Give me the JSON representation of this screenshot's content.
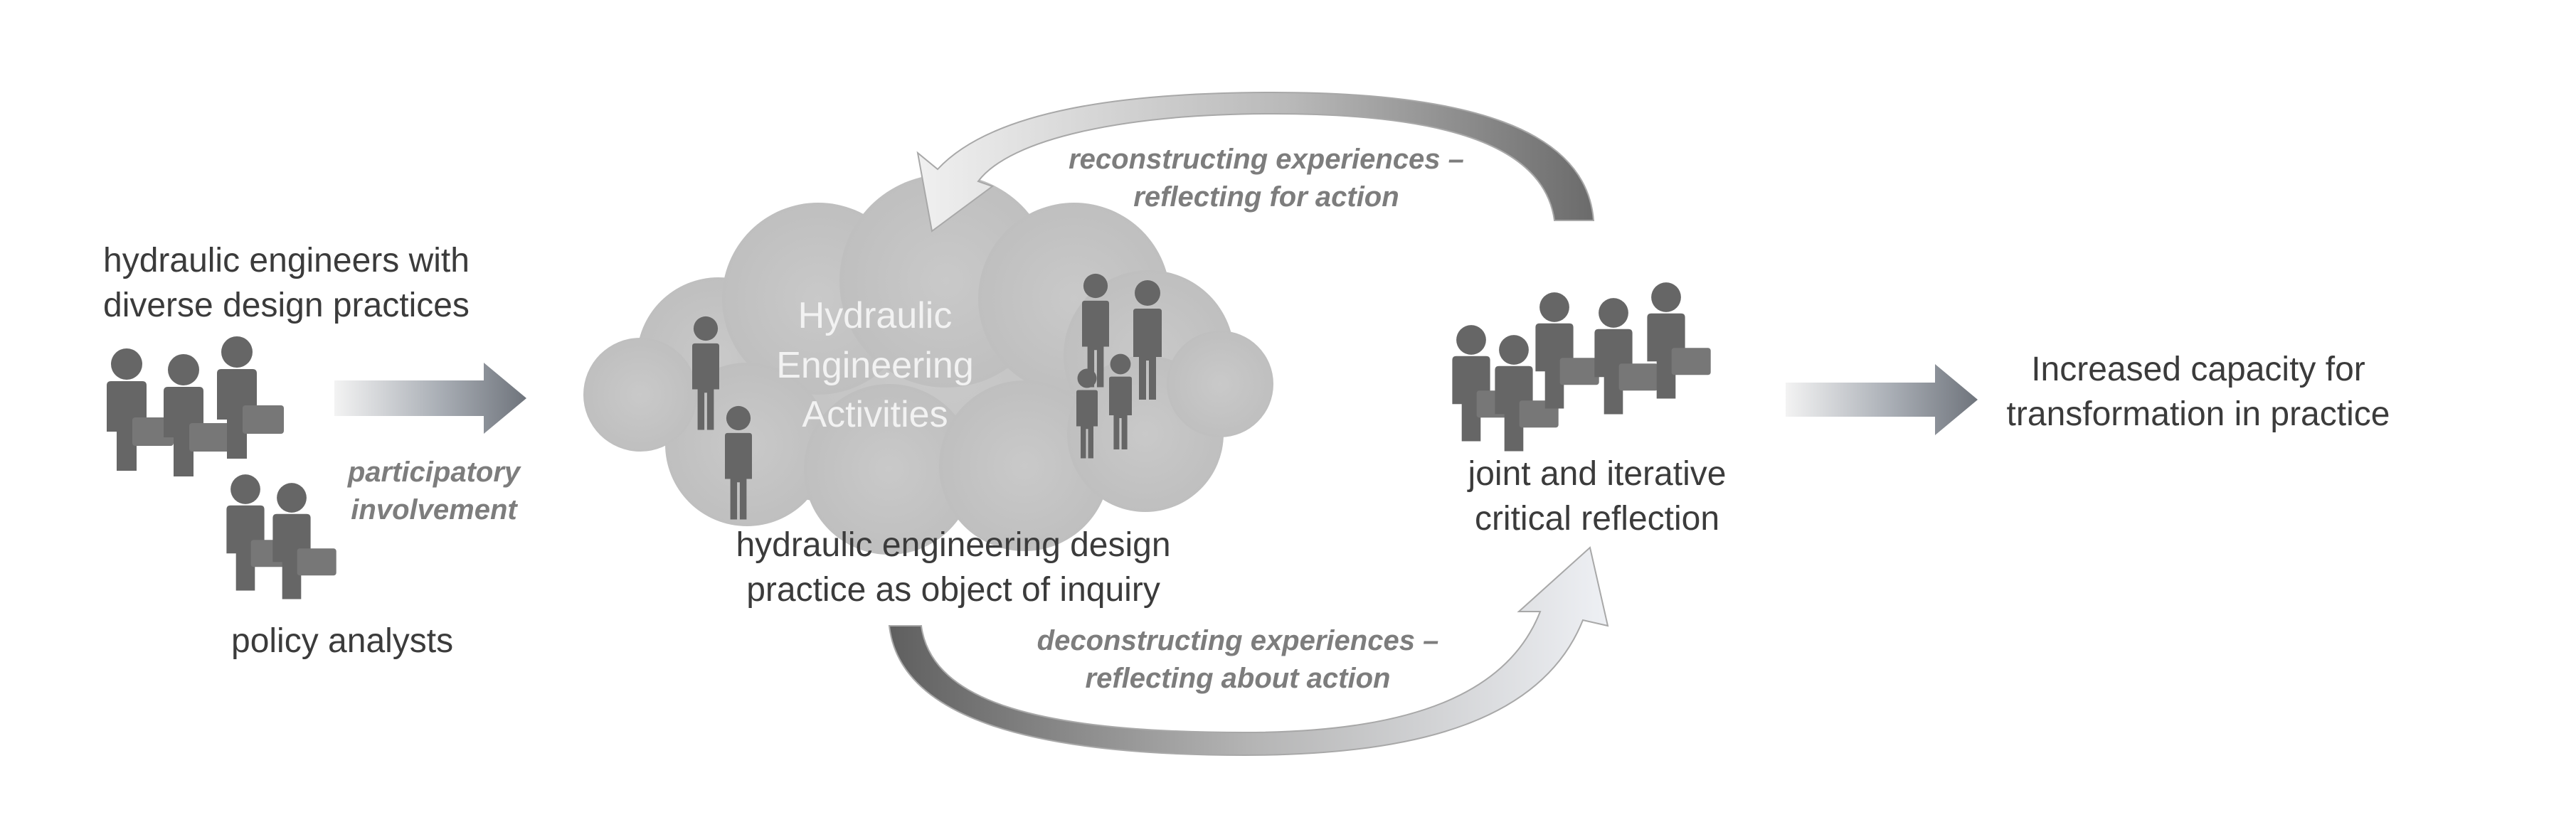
{
  "diagram": {
    "left_group": {
      "engineers_line1": "hydraulic engineers with",
      "engineers_line2": "diverse design practices",
      "policy_label": "policy analysts",
      "involvement_line1": "participatory",
      "involvement_line2": "involvement"
    },
    "center": {
      "cloud_line1": "Hydraulic",
      "cloud_line2": "Engineering",
      "cloud_line3": "Activities",
      "object_line1": "hydraulic engineering design",
      "object_line2": "practice as object of inquiry"
    },
    "top_loop": {
      "line1": "reconstructing experiences –",
      "line2": "reflecting for action"
    },
    "bottom_loop": {
      "line1": "deconstructing experiences –",
      "line2": "reflecting about action"
    },
    "reflection": {
      "line1": "joint and iterative",
      "line2": "critical reflection"
    },
    "outcome": {
      "line1": "Increased capacity for",
      "line2": "transformation in practice"
    },
    "colors": {
      "text": "#3b3b3b",
      "italic_text": "#7d7d7d",
      "person": "#666666",
      "cloud": "#c4c4c4",
      "arrow_dark": "#6e6e6e",
      "arrow_light": "#e8e8e8"
    }
  }
}
